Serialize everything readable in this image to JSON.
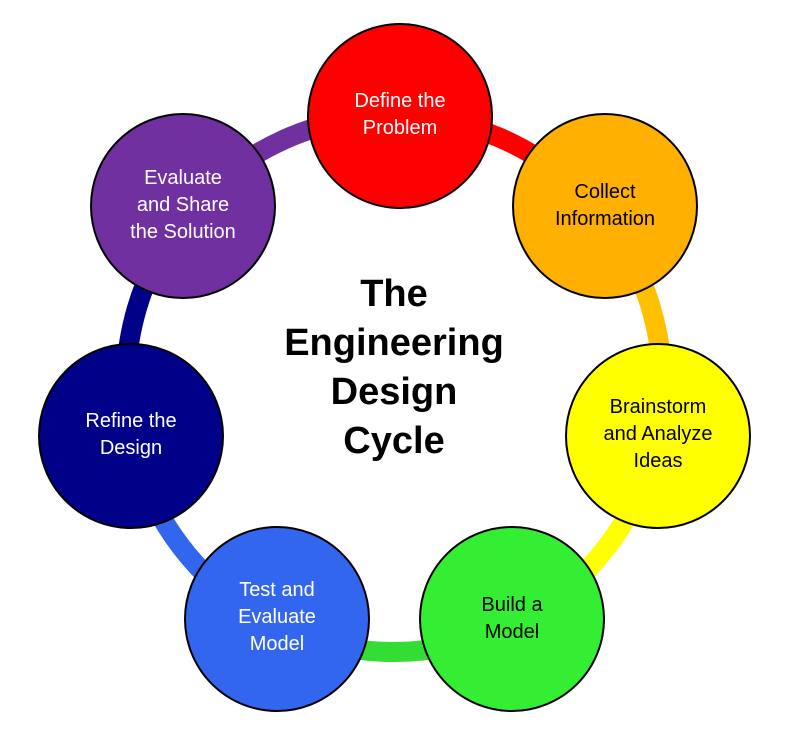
{
  "title": {
    "lines": [
      "The",
      "Engineering",
      "Design",
      "Cycle"
    ]
  },
  "steps": [
    {
      "label_lines": [
        "Define the",
        "Problem"
      ],
      "fill": "#ff0000",
      "arc_to_next": "#ff0000",
      "text_color": "#ffffff"
    },
    {
      "label_lines": [
        "Collect",
        "Information"
      ],
      "fill": "#ffb000",
      "arc_to_next": "#ffc000",
      "text_color": "#000000"
    },
    {
      "label_lines": [
        "Brainstorm",
        "and Analyze",
        "Ideas"
      ],
      "fill": "#ffff00",
      "arc_to_next": "#ffff00",
      "text_color": "#000000"
    },
    {
      "label_lines": [
        "Build a",
        "Model"
      ],
      "fill": "#33ee33",
      "arc_to_next": "#33dd33",
      "text_color": "#000000"
    },
    {
      "label_lines": [
        "Test and",
        "Evaluate",
        "Model"
      ],
      "fill": "#3366ee",
      "arc_to_next": "#3366ee",
      "text_color": "#ffffff"
    },
    {
      "label_lines": [
        "Refine the",
        "Design"
      ],
      "fill": "#000088",
      "arc_to_next": "#000088",
      "text_color": "#ffffff"
    },
    {
      "label_lines": [
        "Evaluate",
        "and Share",
        "the Solution"
      ],
      "fill": "#7030a0",
      "arc_to_next": "#7030a0",
      "text_color": "#ffffff"
    }
  ]
}
